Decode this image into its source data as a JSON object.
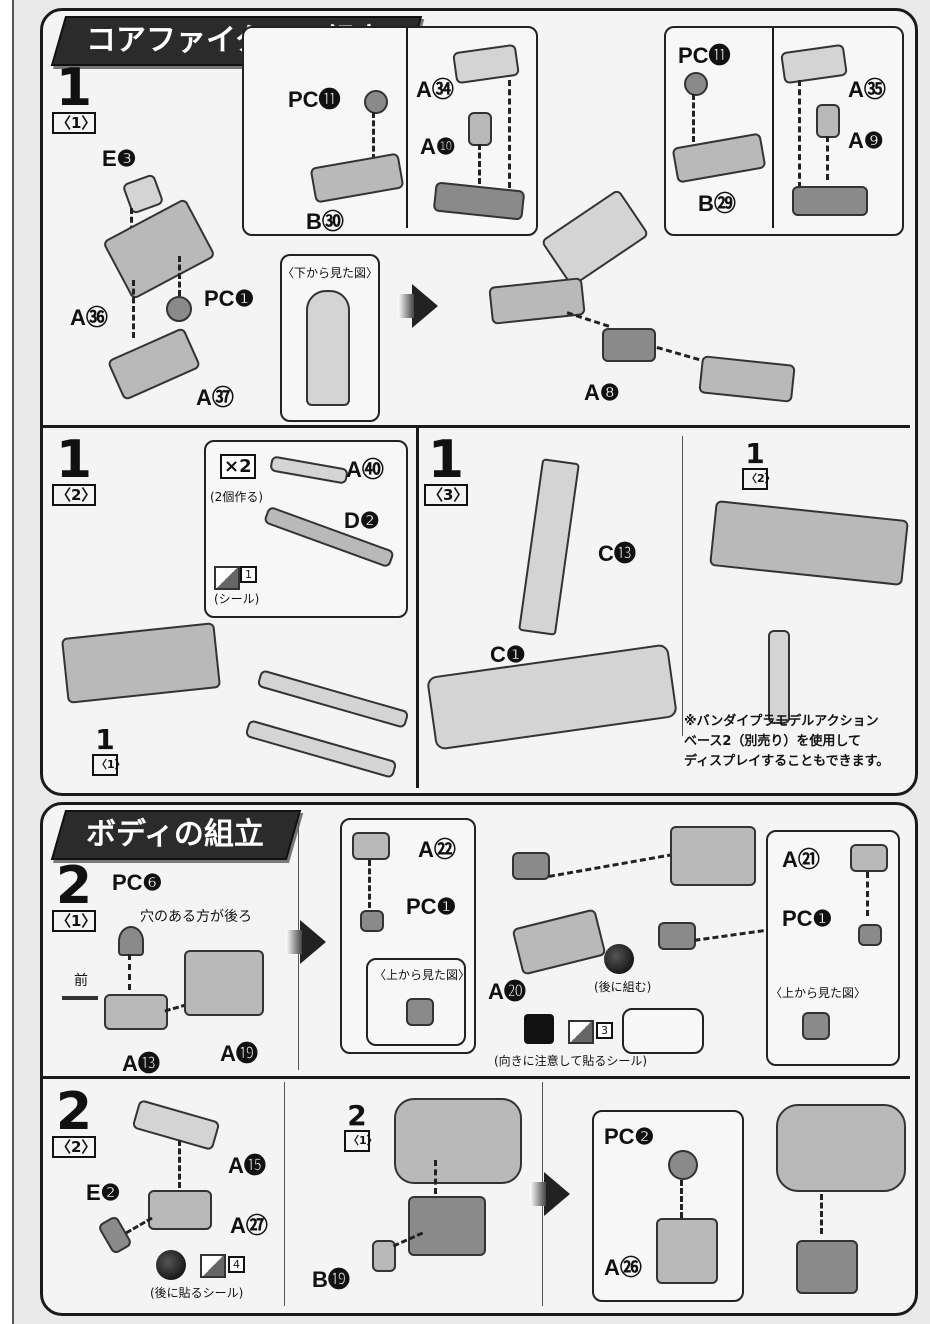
{
  "core_fighter": {
    "title": "コアファイターの組立",
    "step1_1": {
      "num": "1",
      "sub": "〈1〉"
    },
    "step1_2": {
      "num": "1",
      "sub": "〈2〉"
    },
    "step1_3": {
      "num": "1",
      "sub": "〈3〉"
    },
    "labels": {
      "e3": "E❸",
      "a36": "A㊱",
      "a37": "A㊲",
      "pc1": "PC❶",
      "view_below": "〈下から見た図〉",
      "pc11a": "PC⓫",
      "b30": "B㉚",
      "a34": "A㉞",
      "a10": "A❿",
      "pc11b": "PC⓫",
      "b29": "B㉙",
      "a35": "A㉟",
      "a9": "A❾",
      "a8": "A❽",
      "a40": "A㊵",
      "d2": "D❷",
      "x2": "×2",
      "make2": "(2個作る)",
      "seal1": "1",
      "seal_label": "(シール)",
      "step_ref_1_1": "1",
      "step_ref_1_1_sub": "〈1〉",
      "c13": "C⓭",
      "c1": "C❶",
      "ref_1_2": "1",
      "ref_1_2_sub": "〈2〉",
      "stand_note": "※バンダイプラモデルアクション\nベース2（別売り）を使用して\nディスプレイすることもできます。"
    }
  },
  "body": {
    "title": "ボディの組立",
    "step2_1": {
      "num": "2",
      "sub": "〈1〉"
    },
    "step2_2": {
      "num": "2",
      "sub": "〈2〉"
    },
    "labels": {
      "pc6": "PC❻",
      "hole_note": "穴のある方が後ろ",
      "front": "前",
      "a13": "A⓭",
      "a19": "A⓳",
      "a22": "A㉒",
      "pc1a": "PC❶",
      "view_above_a": "〈上から見た図〉",
      "a20": "A⓴",
      "attach_later": "(後に組む)",
      "seal3": "3",
      "seal_note": "(向きに注意して貼るシール)",
      "a21": "A㉑",
      "pc1b": "PC❶",
      "view_above_b": "〈上から見た図〉",
      "a15": "A⓯",
      "e2": "E❷",
      "a27": "A㉗",
      "seal4": "4",
      "seal_later": "(後に貼るシール)",
      "ref_2_1": "2",
      "ref_2_1_sub": "〈1〉",
      "b19": "B⓳",
      "pc2": "PC❷",
      "a26": "A㉖"
    }
  }
}
